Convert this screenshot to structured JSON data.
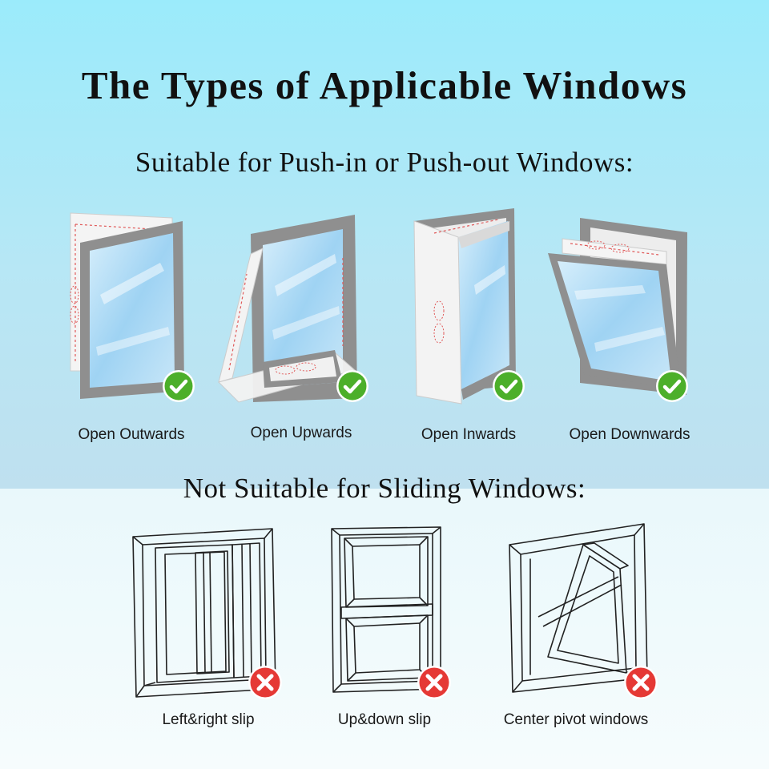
{
  "header": {
    "title": "The Types of Applicable Windows",
    "suitable_heading": "Suitable for Push-in or Push-out Windows:",
    "not_suitable_heading": "Not Suitable for Sliding Windows:"
  },
  "suitable_windows": [
    {
      "label": "Open Outwards",
      "icon": "check-icon"
    },
    {
      "label": "Open Upwards",
      "icon": "check-icon"
    },
    {
      "label": "Open Inwards",
      "icon": "check-icon"
    },
    {
      "label": "Open Downwards",
      "icon": "check-icon"
    }
  ],
  "unsuitable_windows": [
    {
      "label": "Left&right slip",
      "icon": "cross-icon"
    },
    {
      "label": "Up&down slip",
      "icon": "cross-icon"
    },
    {
      "label": "Center pivot windows",
      "icon": "cross-icon"
    }
  ],
  "colors": {
    "top_background": "#b7e7f5",
    "bottom_background": "#f2fbfc",
    "frame_gray": "#8d8d8d",
    "glass_blue": "#a8d8f5",
    "check_green": "#4caf2a",
    "cross_red": "#e53935"
  }
}
